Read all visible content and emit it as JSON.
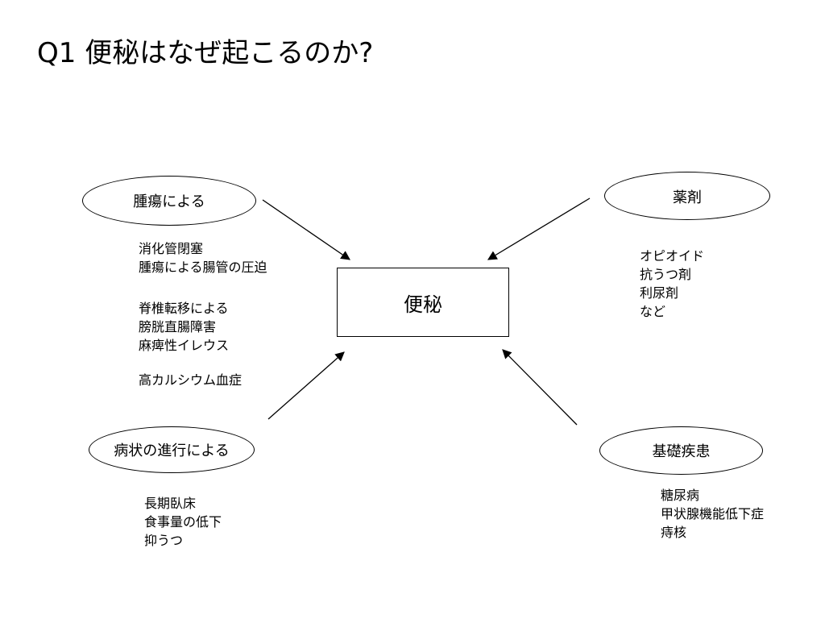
{
  "title": "Q1 便秘はなぜ起こるのか?",
  "center": "便秘",
  "nodes": {
    "tumor": {
      "label": "腫瘍による",
      "groups": [
        [
          "消化管閉塞",
          "腫瘍による腸管の圧迫"
        ],
        [
          "脊椎転移による",
          "膀胱直腸障害",
          "麻痺性イレウス"
        ],
        [
          "高カルシウム血症"
        ]
      ]
    },
    "drug": {
      "label": "薬剤",
      "items": [
        "オピオイド",
        "抗うつ剤",
        "利尿剤",
        "など"
      ]
    },
    "progress": {
      "label": "病状の進行による",
      "items": [
        "長期臥床",
        "食事量の低下",
        "抑うつ"
      ]
    },
    "disease": {
      "label": "基礎疾患",
      "items": [
        "糖尿病",
        "甲状腺機能低下症",
        "痔核"
      ]
    }
  }
}
